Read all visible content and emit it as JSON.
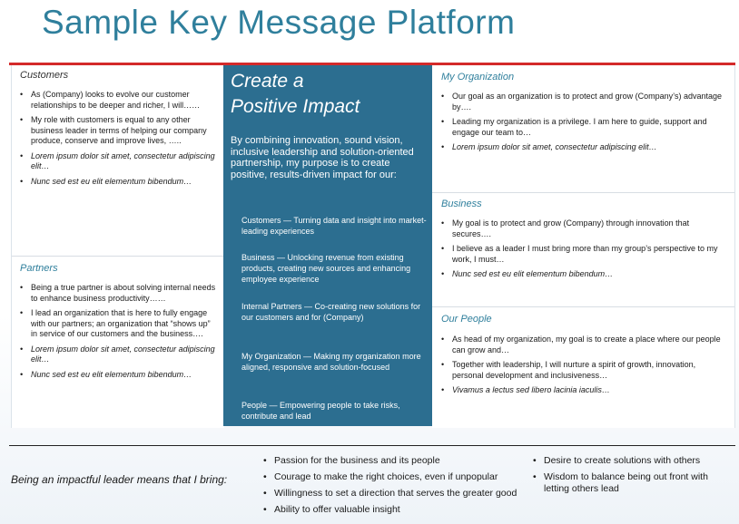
{
  "title": "Sample Key Message Platform",
  "left": {
    "customers": {
      "heading": "Customers",
      "items": [
        "As (Company) looks to evolve our customer relationships to be deeper and richer, I will……",
        "My role with customers is equal to any other business leader in terms of helping our company produce, conserve and improve lives, …..",
        "Lorem ipsum dolor sit amet, consectetur adipiscing elit…",
        "Nunc sed est eu elit elementum bibendum…"
      ]
    },
    "partners": {
      "heading": "Partners",
      "items": [
        "Being a true partner is about solving internal needs to enhance business productivity……",
        "I lead an organization that is here to fully engage with our partners; an organization that “shows up” in service of our customers and the business….",
        "Lorem ipsum dolor sit amet, consectetur adipiscing elit…",
        "Nunc sed est eu elit elementum bibendum…"
      ]
    }
  },
  "center": {
    "title_line1": "Create a",
    "title_line2": "Positive Impact",
    "intro": "By combining innovation, sound vision, inclusive leadership and solution-oriented partnership, my purpose is to create positive, results-driven impact for our:",
    "items": [
      "Customers — Turning data and insight into market-leading experiences",
      "Business — Unlocking revenue from existing products, creating new sources and enhancing employee experience",
      "Internal Partners — Co-creating new solutions for our customers and for (Company)",
      "My Organization — Making my organization more aligned, responsive and solution-focused",
      "People — Empowering people to take risks, contribute and lead"
    ]
  },
  "right": {
    "organization": {
      "heading": "My Organization",
      "items": [
        "Our goal as an organization is to protect and grow (Company’s) advantage by….",
        "Leading my organization is a privilege. I am here to guide, support and engage our team to…",
        "Lorem ipsum dolor sit amet, consectetur adipiscing elit…"
      ]
    },
    "business": {
      "heading": "Business",
      "items": [
        "My goal is to protect and grow (Company) through innovation that secures….",
        "I believe as a leader I must bring more than my group’s perspective to my work, I must…",
        "Nunc sed est eu elit elementum bibendum…"
      ]
    },
    "people": {
      "heading": "Our People",
      "items": [
        "As head of my organization, my goal is to create a place where our people can grow and…",
        "Together with leadership, I will nurture a spirit of growth, innovation, personal development and inclusiveness…",
        "Vivamus a lectus sed libero lacinia iaculis…"
      ]
    }
  },
  "bottom": {
    "label": "Being an impactful leader means that I bring:",
    "col1": [
      "Passion for the business and its people",
      "Courage to make the right choices, even if unpopular",
      "Willingness to set a direction that serves the greater good",
      "Ability to offer valuable insight"
    ],
    "col2": [
      "Desire to create solutions with others",
      "Wisdom to balance being out front with letting others lead"
    ]
  },
  "colors": {
    "accent_teal": "#2f7f9c",
    "center_panel": "#2c6e90",
    "rule_red": "#d42a2a"
  }
}
